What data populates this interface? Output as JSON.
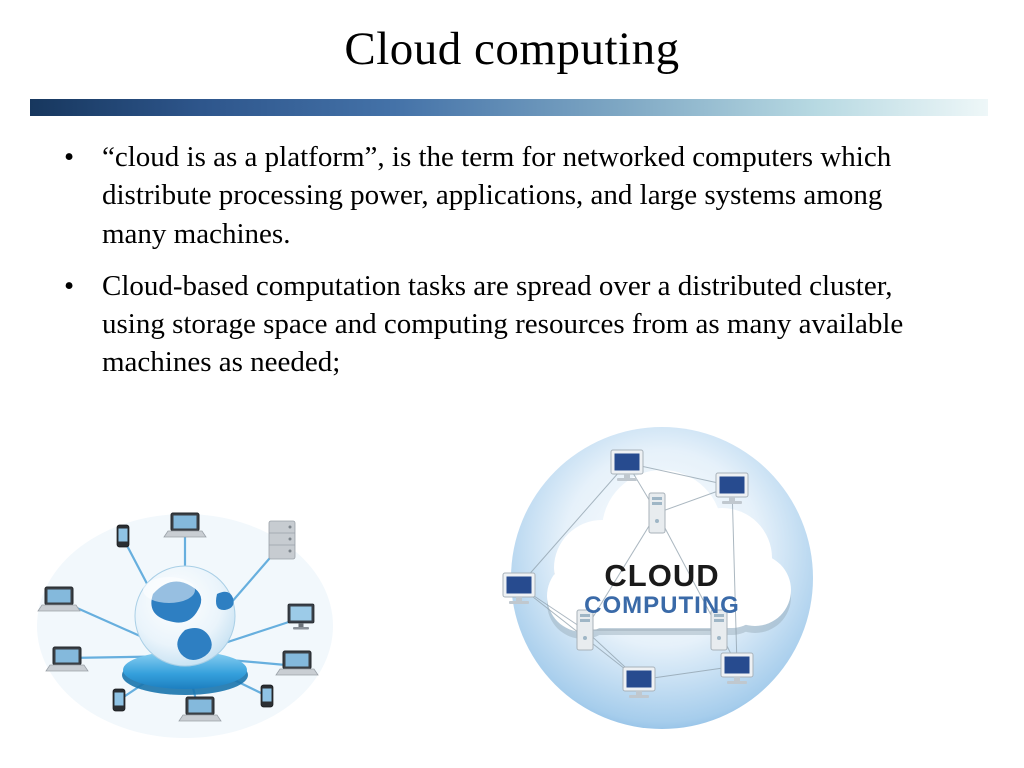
{
  "slide": {
    "title": "Cloud computing",
    "accent_bar_colors": [
      "#17375e",
      "#4472a8",
      "#b7d9e2",
      "#eef7f8"
    ],
    "bullets": [
      "“cloud is as a platform”, is the term for networked computers which distribute processing power, applications, and large systems among many machines.",
      "Cloud-based computation tasks are spread over a distributed cluster, using storage space and computing resources from as many available machines as needed;"
    ],
    "images": {
      "cloud_computing": {
        "label_line1": "CLOUD",
        "label_line2": "COMPUTING",
        "label_line1_color": "#1a1a1a",
        "label_line2_color": "#3a6aa8"
      }
    }
  }
}
